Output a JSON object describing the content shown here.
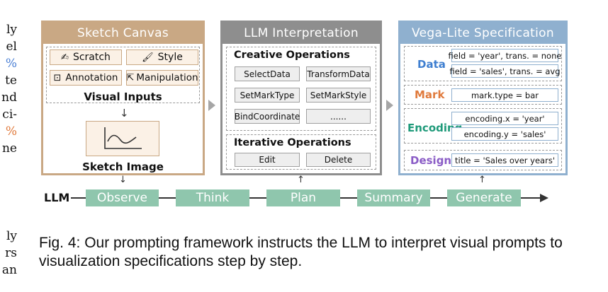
{
  "left_column": {
    "lines": [
      "ly",
      "el",
      "%",
      "te",
      "nd",
      "ci-",
      "%",
      "ne",
      "ly",
      "rs",
      "an"
    ]
  },
  "sketch_canvas": {
    "title": "Sketch Canvas",
    "inputs": [
      "Scratch",
      "Style",
      "Annotation",
      "Manipulation"
    ],
    "visual_inputs_label": "Visual Inputs",
    "sketch_image_label": "Sketch Image"
  },
  "llm_interpretation": {
    "title": "LLM Interpretation",
    "creative_title": "Creative Operations",
    "creative_ops": [
      "SelectData",
      "TransformData",
      "SetMarkType",
      "SetMarkStyle",
      "BindCoordinate",
      "......"
    ],
    "iterative_title": "Iterative Operations",
    "iterative_ops": [
      "Edit",
      "Delete"
    ]
  },
  "vega_lite": {
    "title": "Vega-Lite Specification",
    "data_label": "Data",
    "data_fields": [
      "field = 'year', trans. = none",
      "field = 'sales', trans. = avg"
    ],
    "mark_label": "Mark",
    "mark_fields": [
      "mark.type = bar"
    ],
    "encoding_label": "Encoding",
    "encoding_fields": [
      "encoding.x = 'year'",
      "encoding.y = 'sales'"
    ],
    "design_label": "Design",
    "design_fields": [
      "title = 'Sales over years'"
    ]
  },
  "pipeline": {
    "llm_label": "LLM",
    "steps": [
      "Observe",
      "Think",
      "Plan",
      "Summary",
      "Generate"
    ]
  },
  "caption": "Fig. 4: Our prompting framework instructs the LLM to interpret visual prompts to visualization specifications step by step.",
  "colors": {
    "sketch": "#c9a884",
    "llm": "#8e8e8e",
    "vega": "#8fb0cf",
    "step": "#8fc6ad",
    "data": "#3f7fd0",
    "mark": "#e07a3c",
    "encoding": "#1f9a7a",
    "design": "#8a5cc6"
  }
}
